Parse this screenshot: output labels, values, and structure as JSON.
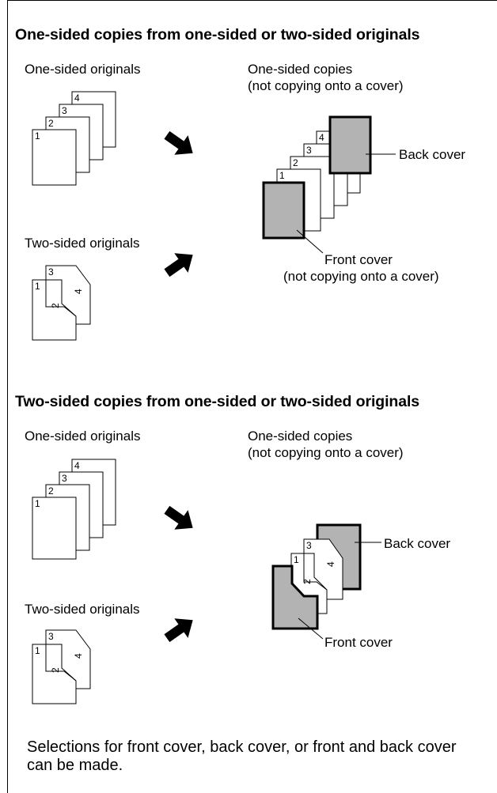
{
  "section1": {
    "heading": "One-sided copies from one-sided or two-sided originals",
    "left_top_label": "One-sided originals",
    "left_bottom_label": "Two-sided originals",
    "right_label_line1": "One-sided copies",
    "right_label_line2": "(not copying onto a cover)",
    "back_cover": "Back cover",
    "front_cover_line1": "Front cover",
    "front_cover_line2": "(not copying onto a cover)",
    "page_numbers": [
      "1",
      "2",
      "3",
      "4"
    ]
  },
  "section2": {
    "heading": "Two-sided copies from one-sided or two-sided originals",
    "left_top_label": "One-sided originals",
    "left_bottom_label": "Two-sided originals",
    "right_label_line1": "One-sided copies",
    "right_label_line2": "(not copying onto a cover)",
    "back_cover": "Back cover",
    "front_cover": "Front cover"
  },
  "note": "Selections for front cover, back cover, or front and back cover can be made.",
  "colors": {
    "cover_fill": "#b3b3b3",
    "line": "#000000",
    "paper": "#ffffff"
  }
}
